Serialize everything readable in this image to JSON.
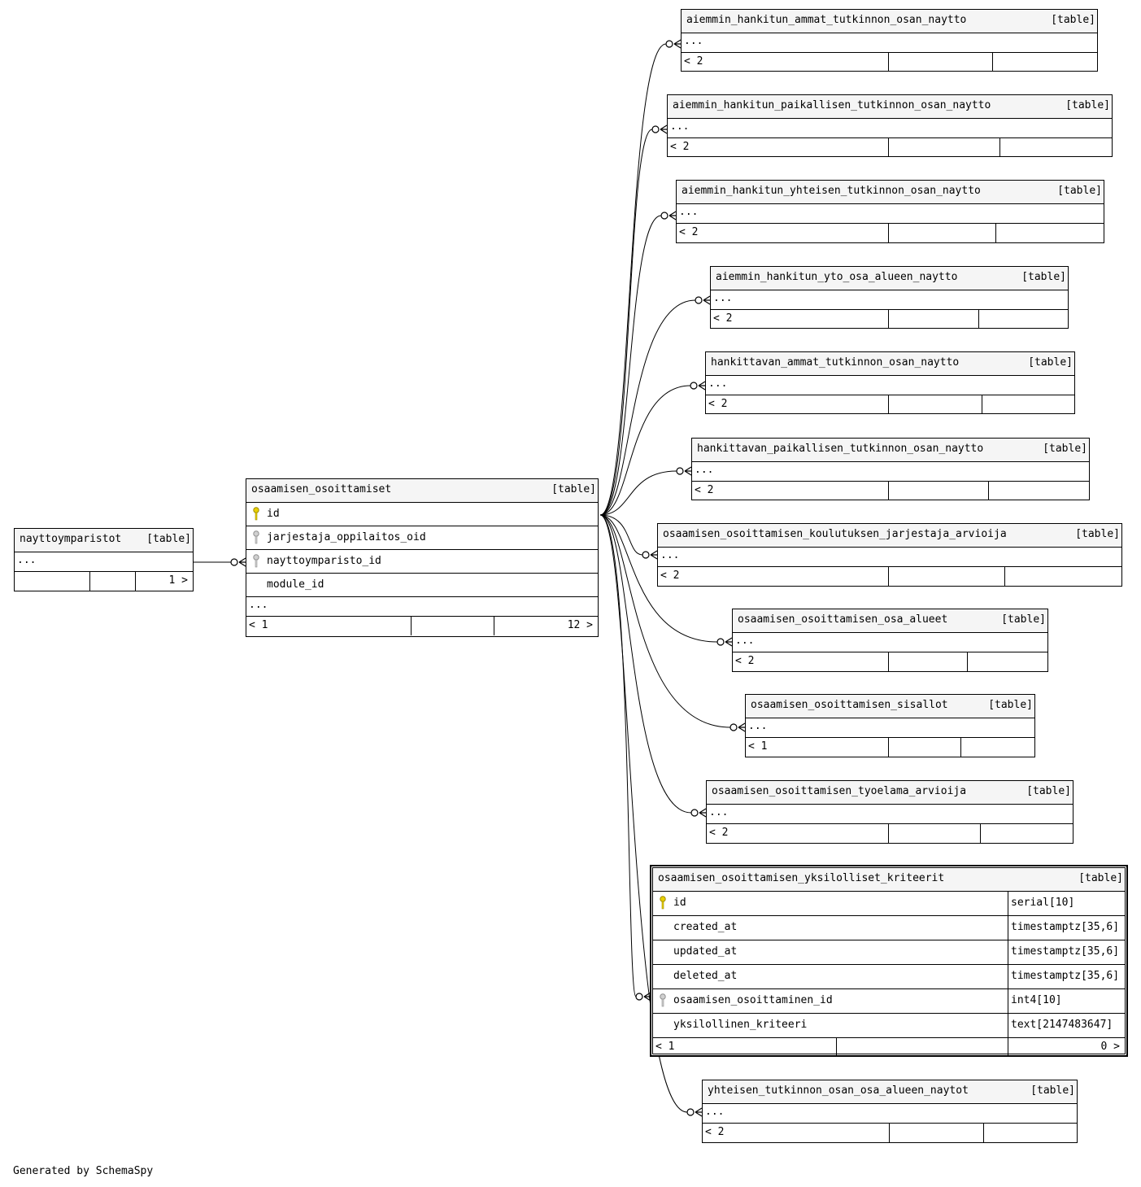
{
  "diagram_title": "",
  "credit": "Generated by SchemaSpy",
  "kind_label": "[table]",
  "ellipsis": "...",
  "colors": {
    "pk_key": "#e8d000",
    "fk_key": "#b0b0b0",
    "header_bg": "#f5f5f5",
    "line": "#000000"
  },
  "tables": {
    "nayttoymparistot": {
      "name": "nayttoymparistot",
      "kind": "[table]",
      "foot_left": "",
      "foot_right": "1 >"
    },
    "osaamisen_osoittamiset": {
      "name": "osaamisen_osoittamiset",
      "kind": "[table]",
      "columns": [
        {
          "name": "id",
          "key": "pk"
        },
        {
          "name": "jarjestaja_oppilaitos_oid",
          "key": "fk"
        },
        {
          "name": "nayttoymparisto_id",
          "key": "fk"
        },
        {
          "name": "module_id",
          "key": "none"
        }
      ],
      "foot_left": "< 1",
      "foot_right": "12 >"
    },
    "children": [
      {
        "name": "aiemmin_hankitun_ammat_tutkinnon_osan_naytto",
        "kind": "[table]",
        "foot_left": "< 2"
      },
      {
        "name": "aiemmin_hankitun_paikallisen_tutkinnon_osan_naytto",
        "kind": "[table]",
        "foot_left": "< 2"
      },
      {
        "name": "aiemmin_hankitun_yhteisen_tutkinnon_osan_naytto",
        "kind": "[table]",
        "foot_left": "< 2"
      },
      {
        "name": "aiemmin_hankitun_yto_osa_alueen_naytto",
        "kind": "[table]",
        "foot_left": "< 2"
      },
      {
        "name": "hankittavan_ammat_tutkinnon_osan_naytto",
        "kind": "[table]",
        "foot_left": "< 2"
      },
      {
        "name": "hankittavan_paikallisen_tutkinnon_osan_naytto",
        "kind": "[table]",
        "foot_left": "< 2"
      },
      {
        "name": "osaamisen_osoittamisen_koulutuksen_jarjestaja_arvioija",
        "kind": "[table]",
        "foot_left": "< 2"
      },
      {
        "name": "osaamisen_osoittamisen_osa_alueet",
        "kind": "[table]",
        "foot_left": "< 2"
      },
      {
        "name": "osaamisen_osoittamisen_sisallot",
        "kind": "[table]",
        "foot_left": "< 1"
      },
      {
        "name": "osaamisen_osoittamisen_tyoelama_arvioija",
        "kind": "[table]",
        "foot_left": "< 2"
      },
      {
        "name": "yhteisen_tutkinnon_osan_osa_alueen_naytot",
        "kind": "[table]",
        "foot_left": "< 2"
      }
    ],
    "focus": {
      "name": "osaamisen_osoittamisen_yksilolliset_kriteerit",
      "kind": "[table]",
      "columns": [
        {
          "name": "id",
          "type": "serial[10]",
          "key": "pk"
        },
        {
          "name": "created_at",
          "type": "timestamptz[35,6]",
          "key": "none"
        },
        {
          "name": "updated_at",
          "type": "timestamptz[35,6]",
          "key": "none"
        },
        {
          "name": "deleted_at",
          "type": "timestamptz[35,6]",
          "key": "none"
        },
        {
          "name": "osaamisen_osoittaminen_id",
          "type": "int4[10]",
          "key": "fk"
        },
        {
          "name": "yksilollinen_kriteeri",
          "type": "text[2147483647]",
          "key": "none"
        }
      ],
      "foot_left": "< 1",
      "foot_right": "0 >"
    }
  }
}
